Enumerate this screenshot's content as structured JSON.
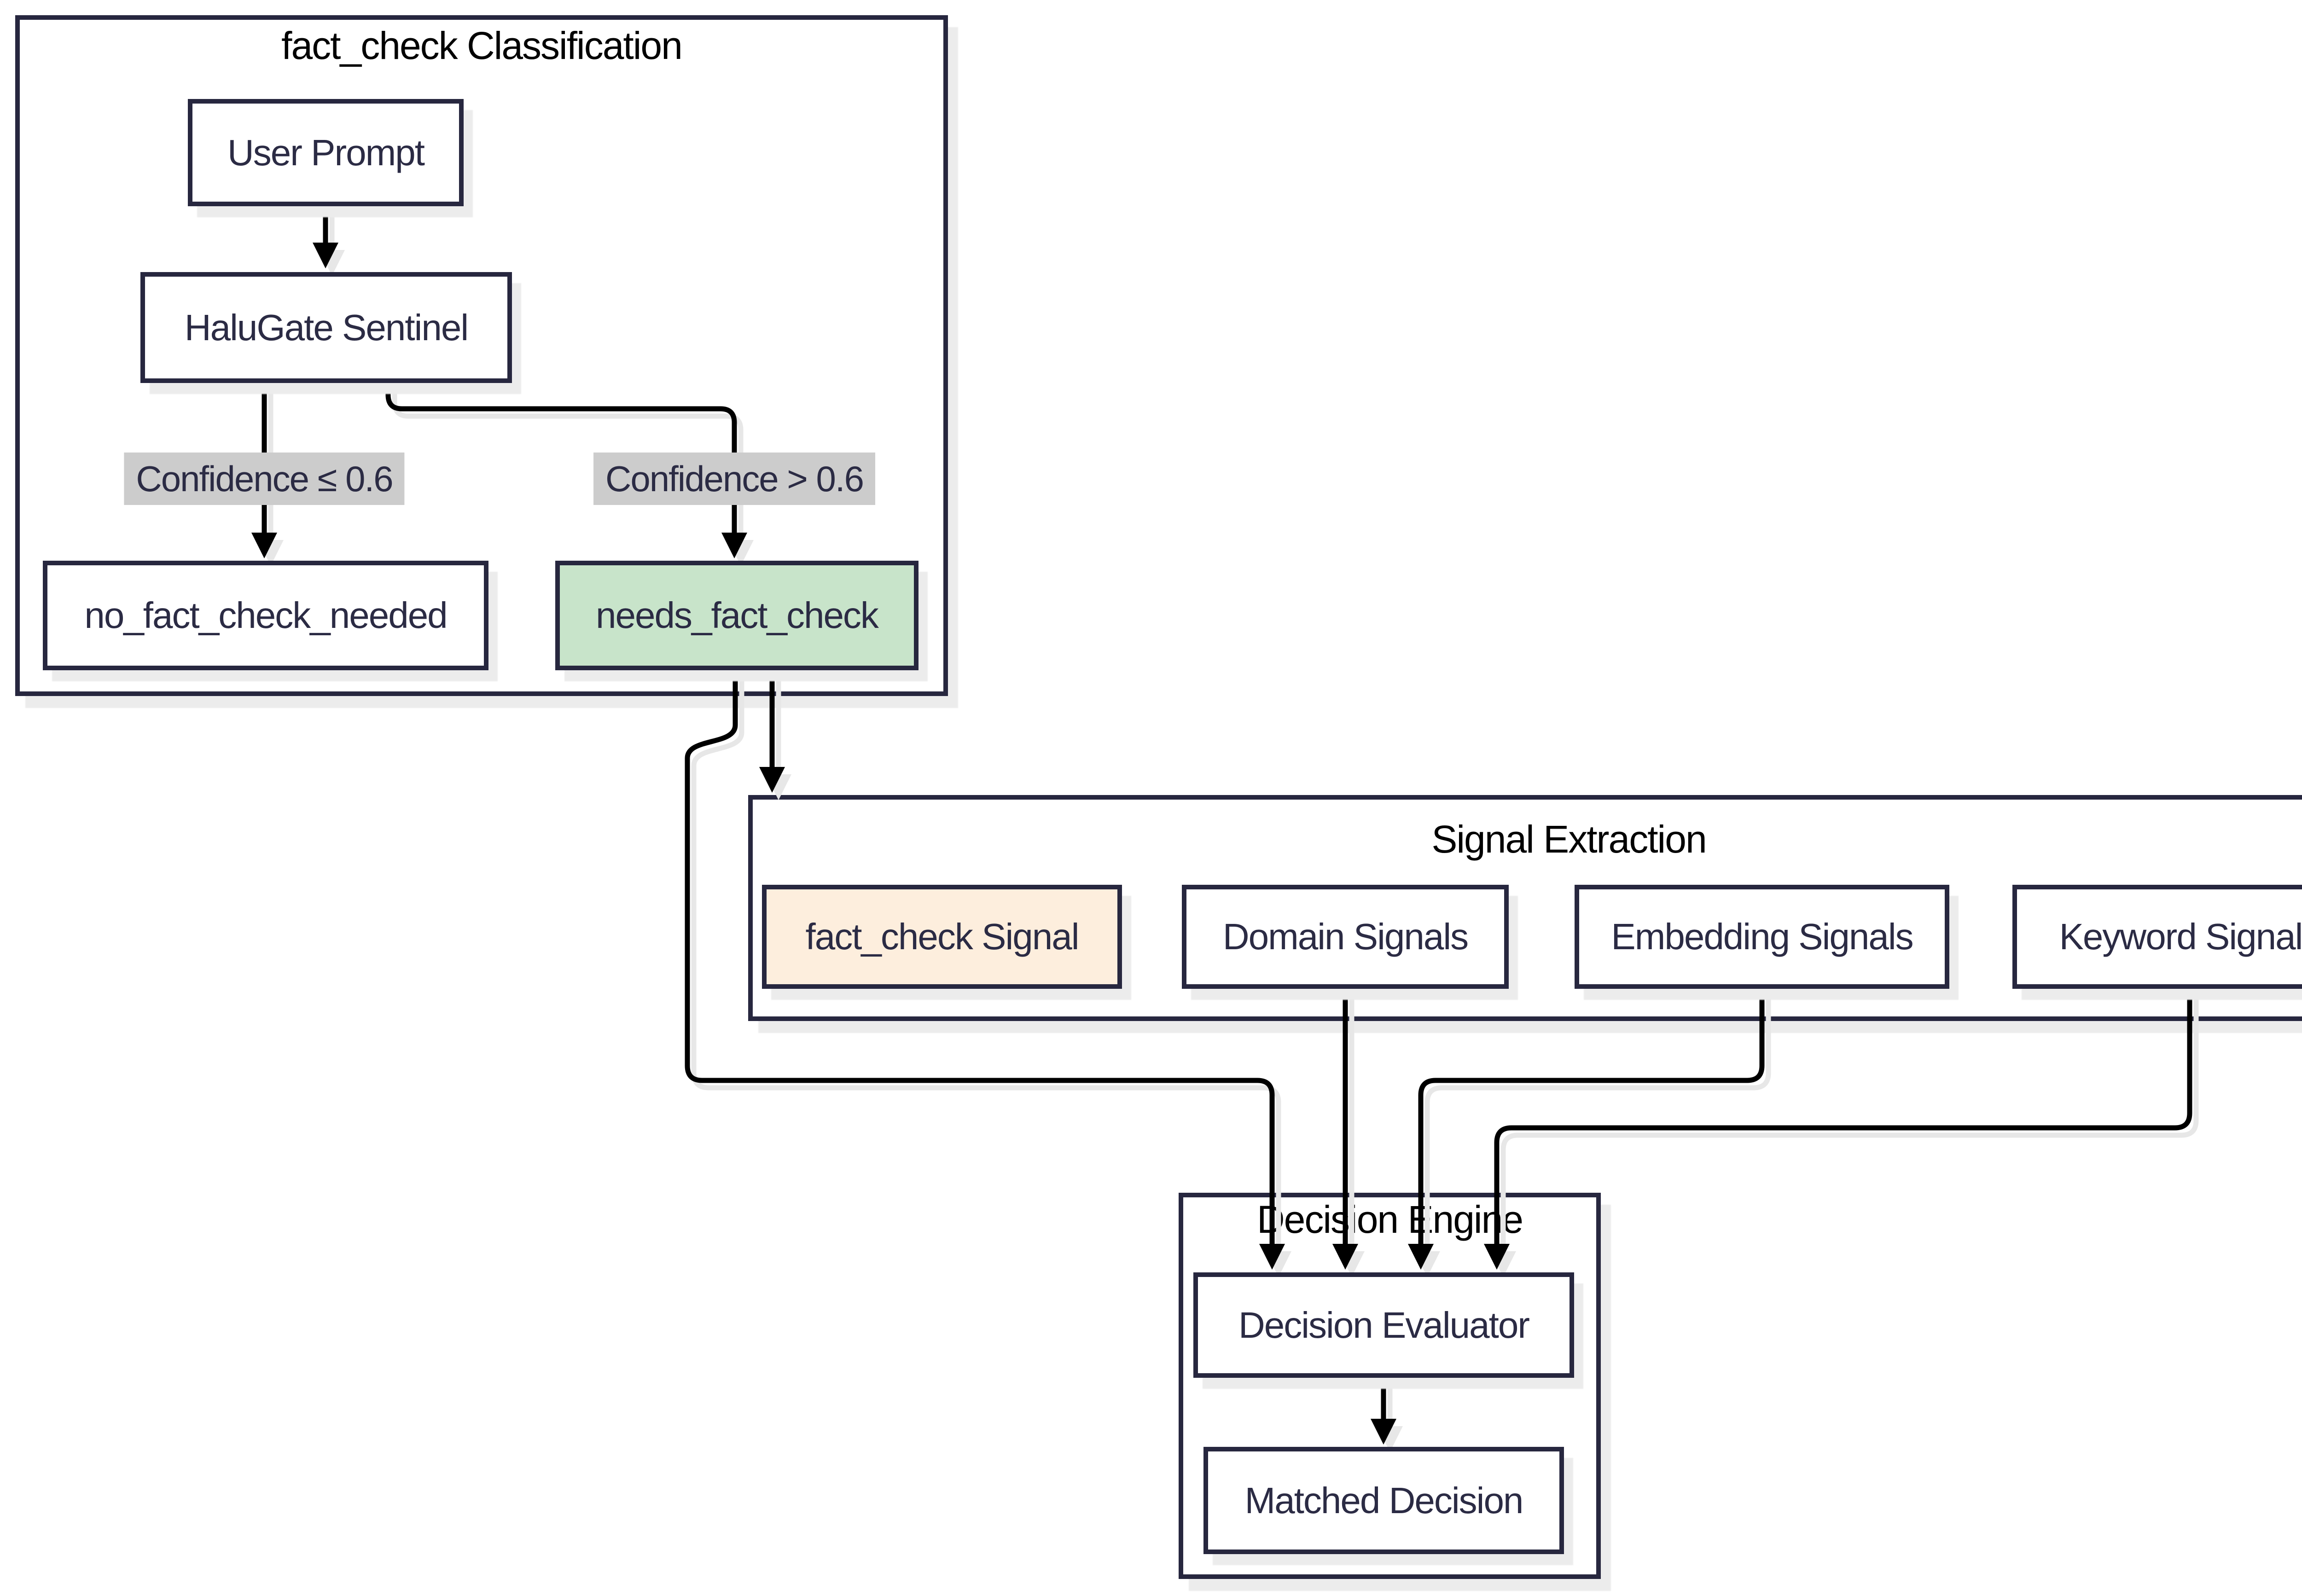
{
  "diagram": {
    "type": "flowchart",
    "clusters": [
      {
        "id": "classification",
        "title": "fact_check Classification"
      },
      {
        "id": "signal_extraction",
        "title": "Signal Extraction"
      },
      {
        "id": "decision_engine",
        "title": "Decision Engine"
      }
    ],
    "nodes": [
      {
        "id": "user_prompt",
        "label": "User Prompt",
        "fill": "#ffffff",
        "cluster": "classification"
      },
      {
        "id": "halugate_sentinel",
        "label": "HaluGate Sentinel",
        "fill": "#ffffff",
        "cluster": "classification"
      },
      {
        "id": "no_fact_check_needed",
        "label": "no_fact_check_needed",
        "fill": "#ffffff",
        "cluster": "classification"
      },
      {
        "id": "needs_fact_check",
        "label": "needs_fact_check",
        "fill": "#c8e4ca",
        "cluster": "classification"
      },
      {
        "id": "fact_check_signal",
        "label": "fact_check Signal",
        "fill": "#fdeedd",
        "cluster": "signal_extraction"
      },
      {
        "id": "domain_signals",
        "label": "Domain Signals",
        "fill": "#ffffff",
        "cluster": "signal_extraction"
      },
      {
        "id": "embedding_signals",
        "label": "Embedding Signals",
        "fill": "#ffffff",
        "cluster": "signal_extraction"
      },
      {
        "id": "keyword_signals",
        "label": "Keyword Signals",
        "fill": "#ffffff",
        "cluster": "signal_extraction"
      },
      {
        "id": "decision_evaluator",
        "label": "Decision Evaluator",
        "fill": "#ffffff",
        "cluster": "decision_engine"
      },
      {
        "id": "matched_decision",
        "label": "Matched Decision",
        "fill": "#ffffff",
        "cluster": "decision_engine"
      }
    ],
    "edge_labels": [
      {
        "id": "confidence_le",
        "text": "Confidence ≤ 0.6"
      },
      {
        "id": "confidence_gt",
        "text": "Confidence > 0.6"
      }
    ],
    "edges": [
      {
        "from": "User Prompt",
        "to": "HaluGate Sentinel",
        "label": ""
      },
      {
        "from": "HaluGate Sentinel",
        "to": "no_fact_check_needed",
        "label": "Confidence ≤ 0.6"
      },
      {
        "from": "HaluGate Sentinel",
        "to": "needs_fact_check",
        "label": "Confidence > 0.6"
      },
      {
        "from": "needs_fact_check",
        "to": "Signal Extraction",
        "label": ""
      },
      {
        "from": "needs_fact_check",
        "to": "Decision Evaluator",
        "label": ""
      },
      {
        "from": "Domain Signals",
        "to": "Decision Evaluator",
        "label": ""
      },
      {
        "from": "Embedding Signals",
        "to": "Decision Evaluator",
        "label": ""
      },
      {
        "from": "Keyword Signals",
        "to": "Decision Evaluator",
        "label": ""
      },
      {
        "from": "Decision Evaluator",
        "to": "Matched Decision",
        "label": ""
      }
    ],
    "colors": {
      "background": "#ffffff",
      "node_border": "#27273f",
      "node_text": "#2b2b44",
      "cluster_title_text": "#000000",
      "highlight_green": "#c8e4ca",
      "highlight_peach": "#fdeedd",
      "edge_label_bg": "#cccccc",
      "edge_stroke": "#000000",
      "shadow": "#ececec"
    }
  }
}
